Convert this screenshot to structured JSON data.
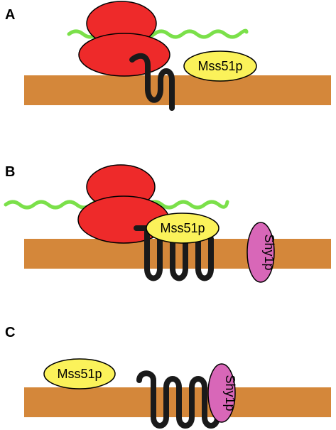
{
  "panels": [
    {
      "letter": "A",
      "mss51_label": "Mss51p"
    },
    {
      "letter": "B",
      "mss51_label": "Mss51p",
      "shy1_label": "Shy1p"
    },
    {
      "letter": "C",
      "mss51_label": "Mss51p",
      "shy1_label": "Shy1p"
    }
  ],
  "colors": {
    "membrane": "#d4873a",
    "ribosome": "#ee2a2a",
    "mrna": "#7be04a",
    "nascent_chain": "#1a1a1a",
    "mss51": "#fbf25a",
    "shy1": "#d867b8"
  }
}
